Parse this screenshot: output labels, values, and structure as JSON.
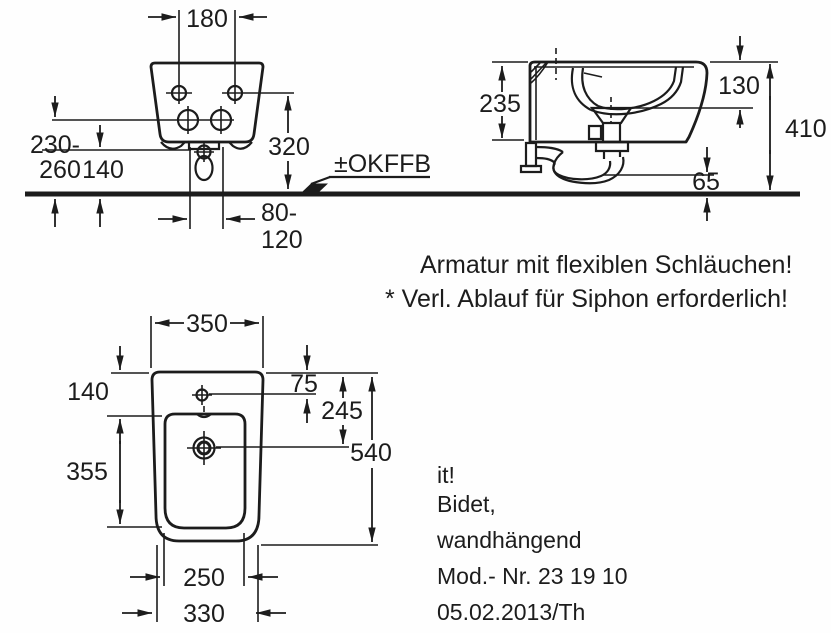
{
  "front_view": {
    "hole_spacing": "180",
    "rim_height": "320",
    "supply_range_a": "230-",
    "supply_range_b": "260",
    "drain_height": "140",
    "outlet_offset_a": "80-",
    "outlet_offset_b": "120",
    "floor_ref": "±OKFFB"
  },
  "side_view": {
    "body_depth": "235",
    "rim_to_waterline": "130",
    "rim_height_total": "410",
    "trap_clearance": "65"
  },
  "plan_view": {
    "top_width": "350",
    "faucet_offset": "75",
    "rim_front_depth": "140",
    "drain_offset": "245",
    "bowl_length": "355",
    "total_depth": "540",
    "bowl_width": "250",
    "bottom_width": "330"
  },
  "notes": {
    "armatur": "Armatur mit flexiblen Schläuchen!",
    "siphon": "* Verl. Ablauf für Siphon erforderlich!"
  },
  "product_info": {
    "series": "it!",
    "type": "Bidet,",
    "mounting": "wandhängend",
    "model": "Mod.- Nr. 23 19 10",
    "date_rev": "05.02.2013/Th"
  }
}
